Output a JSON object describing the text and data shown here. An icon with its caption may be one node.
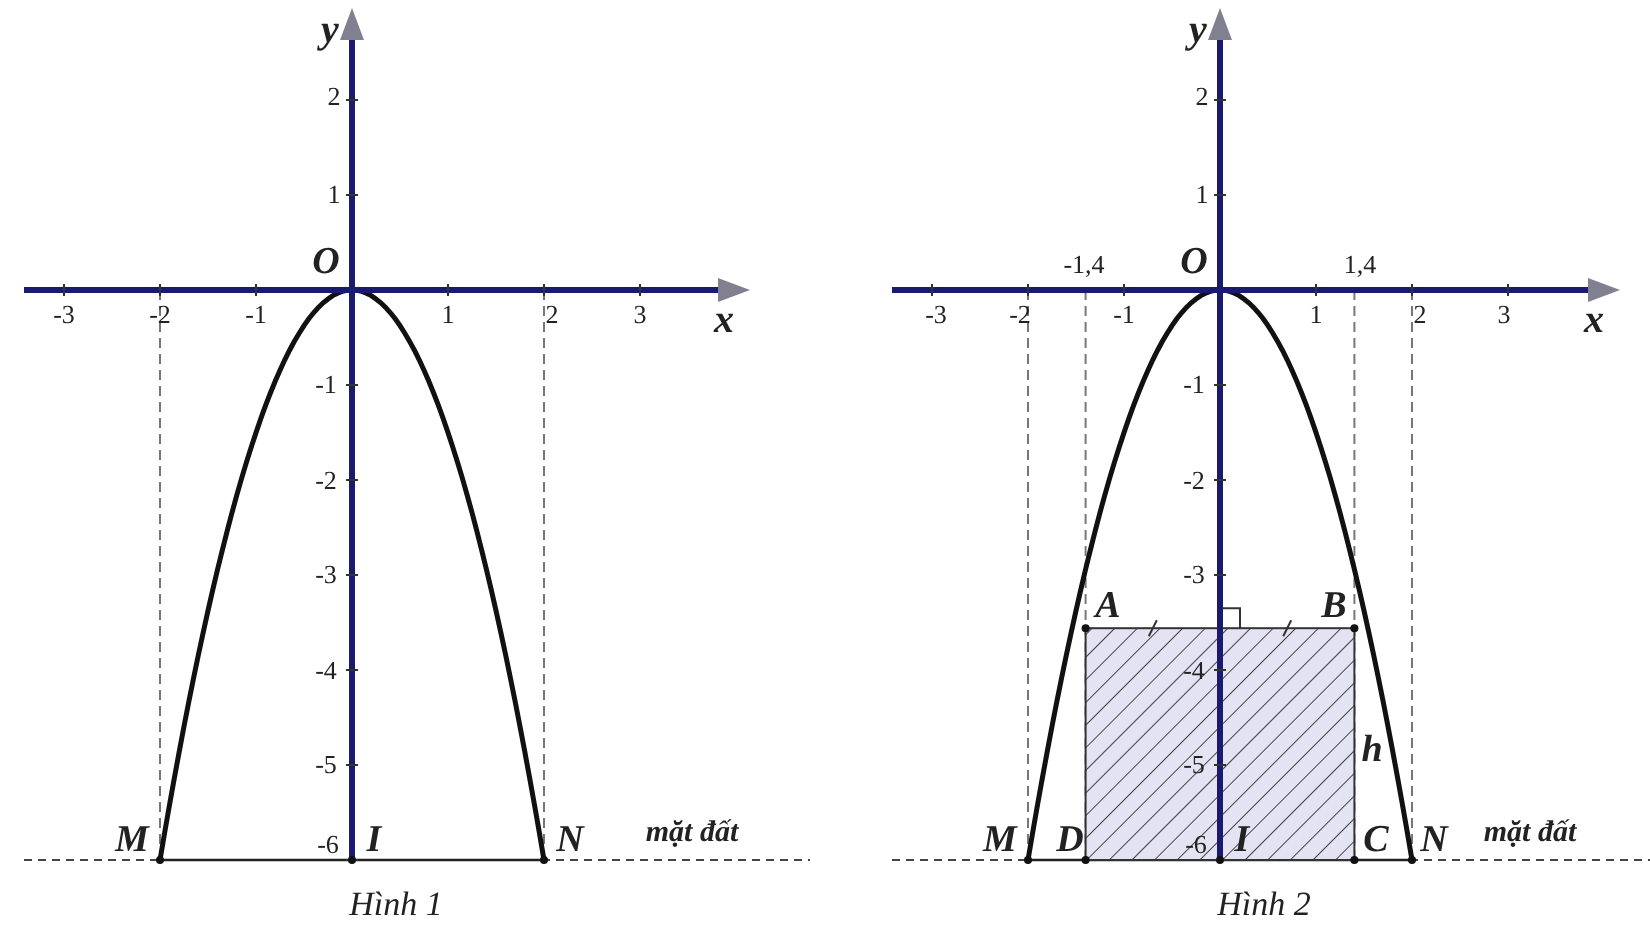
{
  "diagram": {
    "labels": [
      "y",
      "2",
      "1",
      "O",
      "-3",
      "-2",
      "-1",
      "1",
      "2",
      "3",
      "x",
      "-1",
      "-2",
      "-3",
      "-4",
      "-5",
      "M",
      "-6",
      "I",
      "N",
      "mặt đất",
      "Hình 1",
      "y",
      "2",
      "1",
      "-1,4",
      "O",
      "1,4",
      "-3",
      "-2",
      "-1",
      "1",
      "2",
      "3",
      "x",
      "-1",
      "-2",
      "-3",
      "A",
      "B",
      "-4",
      "h",
      "-5",
      "M",
      "D",
      "-6",
      "I",
      "C",
      "N",
      "mặt đất",
      "Hình 2"
    ]
  }
}
